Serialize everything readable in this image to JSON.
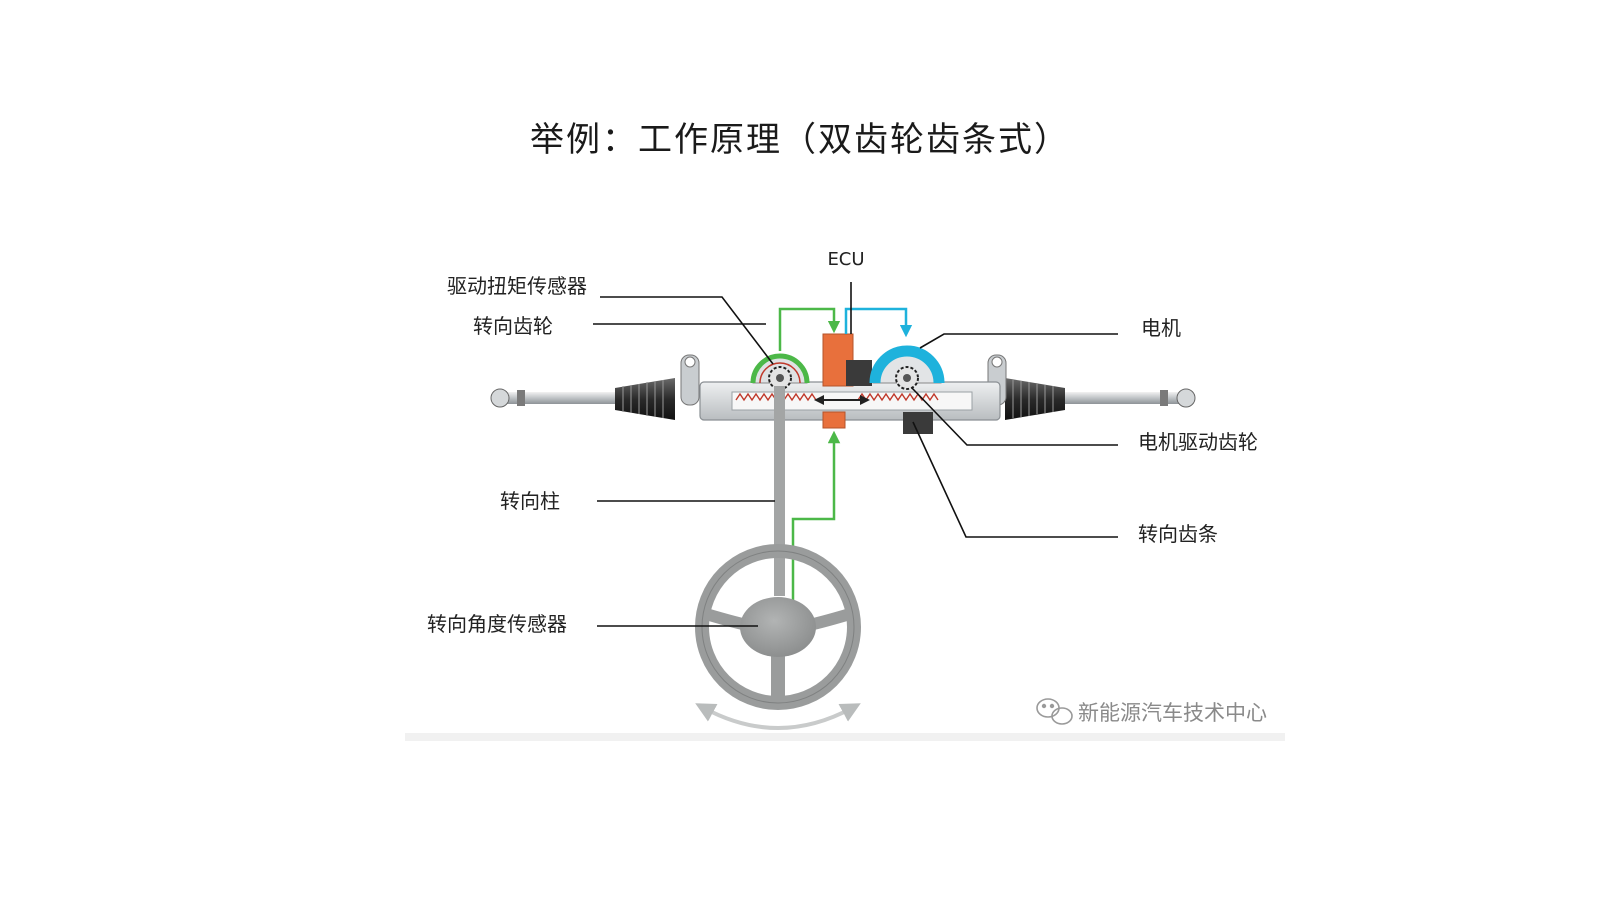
{
  "title": "举例：工作原理（双齿轮齿条式）",
  "labels": {
    "ecu": "ECU",
    "drive_torque_sensor": "驱动扭矩传感器",
    "steering_pinion": "转向齿轮",
    "steering_column": "转向柱",
    "steering_angle_sensor": "转向角度传感器",
    "motor": "电机",
    "motor_drive_pinion": "电机驱动齿轮",
    "steering_rack": "转向齿条"
  },
  "watermark": {
    "text": "新能源汽车技术中心",
    "icon": "wechat-icon"
  },
  "colors": {
    "signal_green": "#4cb848",
    "motor_cyan": "#1eb2dc",
    "ecu_orange": "#e8703c",
    "pinion_red": "#c0392b",
    "housing_gray": "#cfd3d6",
    "wheel_gray": "#9a9c9c"
  }
}
